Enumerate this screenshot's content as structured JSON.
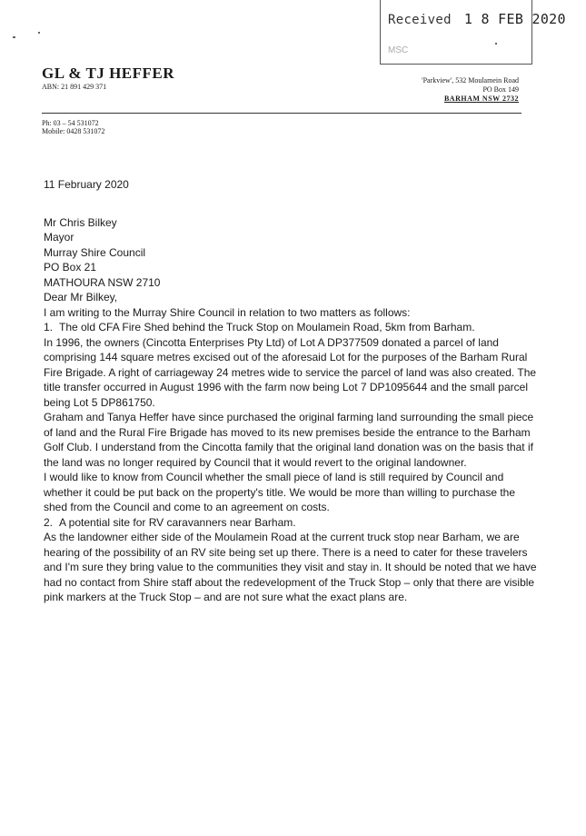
{
  "stamp": {
    "received_label": "Received",
    "date": "1 8 FEB 2020",
    "faint_text": "MSC"
  },
  "letterhead": {
    "company_name": "GL & TJ HEFFER",
    "abn": "ABN: 21 891 429 371",
    "address_line1": "'Parkview', 532 Moulamein Road",
    "address_line2": "PO Box 149",
    "address_line3": "BARHAM NSW 2732",
    "phone": "Ph: 03 – 54 531072",
    "mobile": "Mobile: 0428 531072"
  },
  "letter": {
    "date": "11 February 2020",
    "recipient": {
      "name": "Mr Chris Bilkey",
      "title": "Mayor",
      "organisation": "Murray Shire Council",
      "po_box": "PO Box 21",
      "town": "MATHOURA NSW 2710"
    },
    "salutation": "Dear Mr Bilkey,",
    "intro": "I am writing to the Murray Shire Council in relation to two matters as follows:",
    "section1": {
      "number": "1.",
      "heading": "The old CFA Fire Shed behind the Truck Stop on Moulamein Road, 5km from Barham.",
      "paragraphs": [
        "In 1996, the owners (Cincotta Enterprises Pty Ltd) of Lot A DP377509 donated a parcel of land comprising 144 square metres excised out of the aforesaid Lot for the purposes of the Barham Rural Fire Brigade. A right of carriageway 24 metres wide to service the parcel of land was also created. The title transfer occurred in August 1996 with the farm now being Lot 7 DP1095644 and the small parcel being Lot 5 DP861750.",
        "Graham and Tanya Heffer have since purchased the original farming land surrounding the small piece of land and the Rural Fire Brigade has moved to its new premises beside the entrance to the Barham Golf Club. I understand from the Cincotta family that the original land donation was on the basis that if the land was no longer required by Council that it would revert to the original landowner.",
        "I would like to know from Council whether the small piece of land is still required by Council and whether it could be put back on the property's title. We would be more than willing to purchase the shed from the Council and come to an agreement on costs."
      ]
    },
    "section2": {
      "number": "2.",
      "heading": "A potential site for RV caravanners near Barham.",
      "paragraphs": [
        "As the landowner either side of the Moulamein Road at the current truck stop near Barham, we are hearing of the possibility of an RV site being set up there. There is a need to cater for these travelers and I'm sure they bring value to the communities they visit and stay in. It should be noted that we have had no contact from Shire staff about the redevelopment of the Truck Stop – only that there are visible pink markers at the Truck Stop – and are not sure what the exact plans are."
      ]
    }
  }
}
